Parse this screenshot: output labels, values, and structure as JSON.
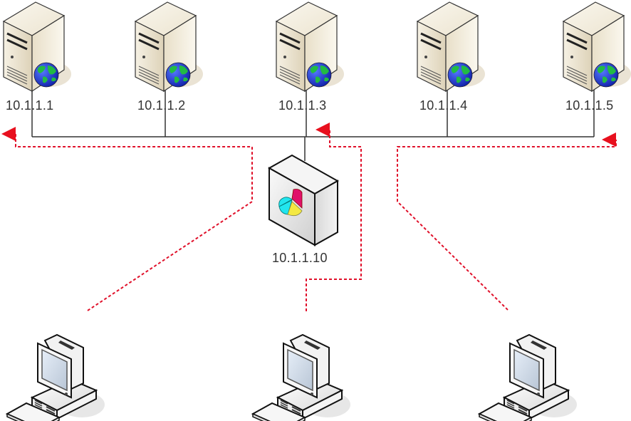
{
  "diagram": {
    "type": "network-topology",
    "servers": [
      {
        "id": "s1",
        "label": "10.1.1.1",
        "icon": "web-server-icon"
      },
      {
        "id": "s2",
        "label": "10.1.1.2",
        "icon": "web-server-icon"
      },
      {
        "id": "s3",
        "label": "10.1.1.3",
        "icon": "web-server-icon"
      },
      {
        "id": "s4",
        "label": "10.1.1.4",
        "icon": "web-server-icon"
      },
      {
        "id": "s5",
        "label": "10.1.1.5",
        "icon": "web-server-icon"
      }
    ],
    "balancer": {
      "id": "lb",
      "label": "10.1.1.10",
      "icon": "load-balancer-icon"
    },
    "clients": [
      {
        "id": "c1",
        "icon": "workstation-icon"
      },
      {
        "id": "c2",
        "icon": "workstation-icon"
      },
      {
        "id": "c3",
        "icon": "workstation-icon"
      }
    ],
    "edges": [
      {
        "from": "s1",
        "to": "bus",
        "style": "solid"
      },
      {
        "from": "s2",
        "to": "bus",
        "style": "solid"
      },
      {
        "from": "s3",
        "to": "bus",
        "style": "solid"
      },
      {
        "from": "s4",
        "to": "bus",
        "style": "solid"
      },
      {
        "from": "s5",
        "to": "bus",
        "style": "solid"
      },
      {
        "from": "lb",
        "to": "bus",
        "style": "solid"
      }
    ],
    "flows": [
      {
        "from": "c1",
        "to": "s1",
        "style": "dashed-arrow"
      },
      {
        "from": "c2",
        "to": "s3",
        "style": "dashed-arrow"
      },
      {
        "from": "c3",
        "to": "s5",
        "style": "dashed-arrow"
      }
    ],
    "colors": {
      "bus_line": "#333333",
      "flow_line": "#e0102a",
      "server_body": "#eee6d2",
      "globe_ocean": "#2233cc",
      "globe_land": "#22bb44"
    }
  }
}
